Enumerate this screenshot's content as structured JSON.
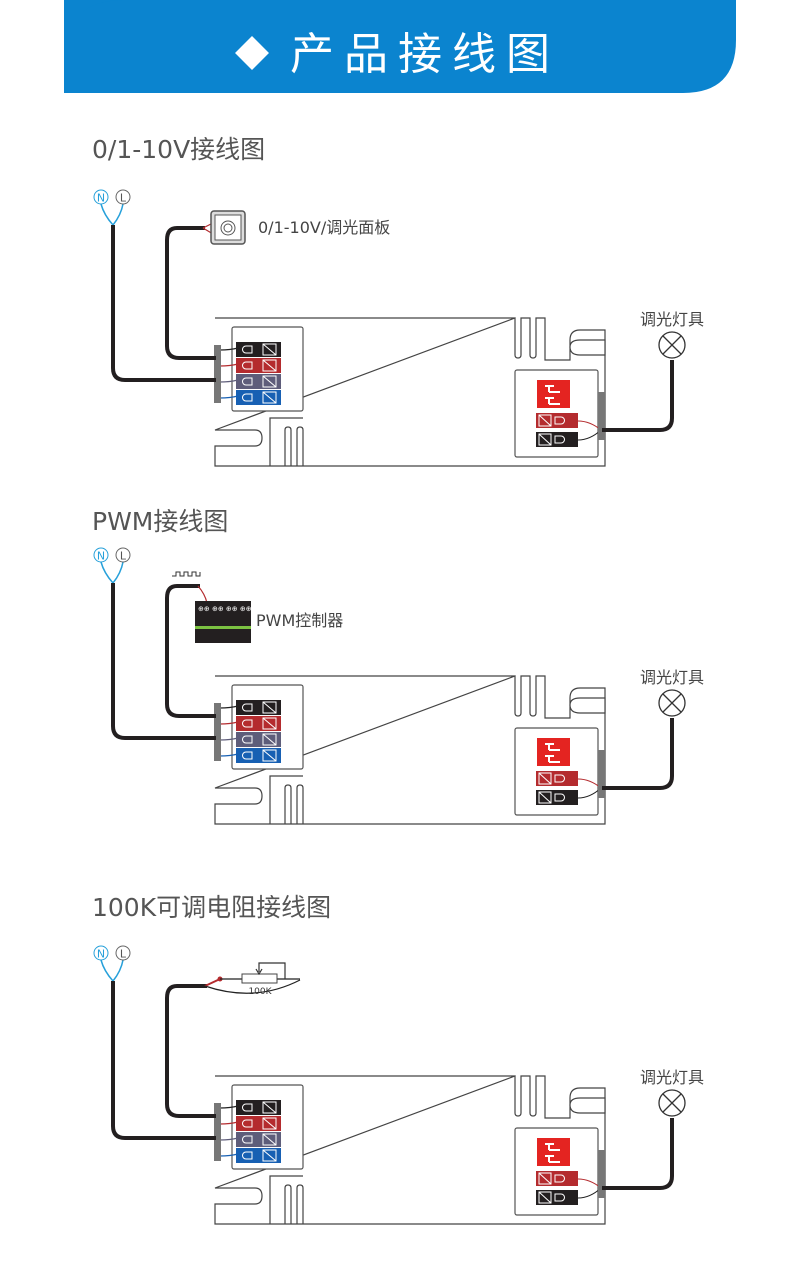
{
  "header": {
    "title": "产品接线图",
    "accent": "#0b84cf"
  },
  "sections": [
    {
      "title": "0/1-10V接线图",
      "controller_label": "0/1-10V/调光面板",
      "lamp_label": "调光灯具",
      "controller": "dimmer-panel"
    },
    {
      "title": "PWM接线图",
      "controller_label": "PWM控制器",
      "lamp_label": "调光灯具",
      "controller": "pwm-controller"
    },
    {
      "title": "100K可调电阻接线图",
      "controller_label": "100K",
      "lamp_label": "调光灯具",
      "controller": "potentiometer"
    }
  ],
  "terminals": {
    "neutral": "N",
    "live": "L"
  },
  "colors": {
    "black": "#231f20",
    "red": "#b42b2e",
    "gray": "#5e5d7a",
    "blue": "#1760b3",
    "red_block": "#e42421",
    "neutral_blue": "#26a0da"
  }
}
